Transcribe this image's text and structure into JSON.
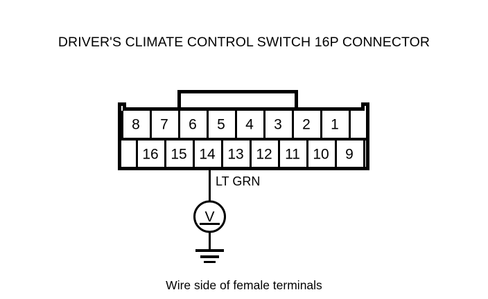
{
  "title": "DRIVER'S CLIMATE CONTROL SWITCH 16P CONNECTOR",
  "caption": "Wire side of female terminals",
  "connector": {
    "type": "16P connector",
    "top_row": [
      "8",
      "7",
      "6",
      "5",
      "4",
      "3",
      "2",
      "1"
    ],
    "bottom_row": [
      "16",
      "15",
      "14",
      "13",
      "12",
      "11",
      "10",
      "9"
    ],
    "latch_tab": "latch-tab"
  },
  "wire": {
    "label": "LT GRN",
    "from_pin": "14"
  },
  "meter": {
    "symbol": "V",
    "name": "voltmeter"
  },
  "ground": {
    "name": "chassis-ground"
  },
  "colors": {
    "line": "#000000",
    "background": "#ffffff"
  }
}
